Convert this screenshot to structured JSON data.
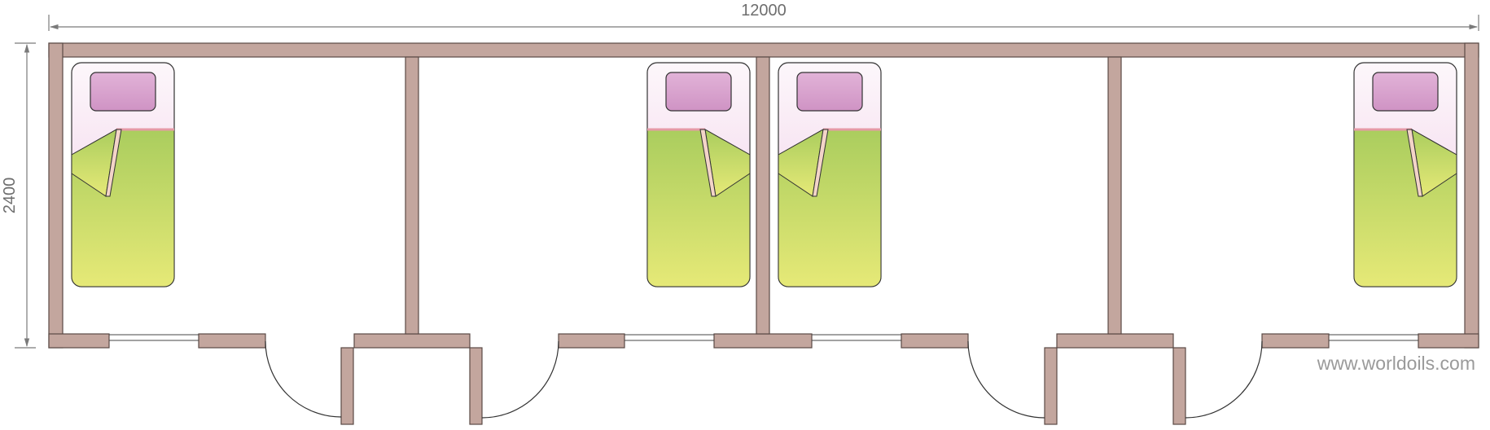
{
  "drawing": {
    "width_label": "12000",
    "height_label": "2400",
    "watermark": "www.worldoils.com"
  },
  "colors": {
    "wall": "#c3a69e",
    "wall_outline": "#5a4a45",
    "pillow": "#d7a0cc",
    "blanket_top": "#b3d06a",
    "blanket_bottom": "#e4e873",
    "sheet": "#f7e3f1"
  },
  "rooms": 4,
  "beds": 4,
  "doors": 4,
  "windows": 4
}
